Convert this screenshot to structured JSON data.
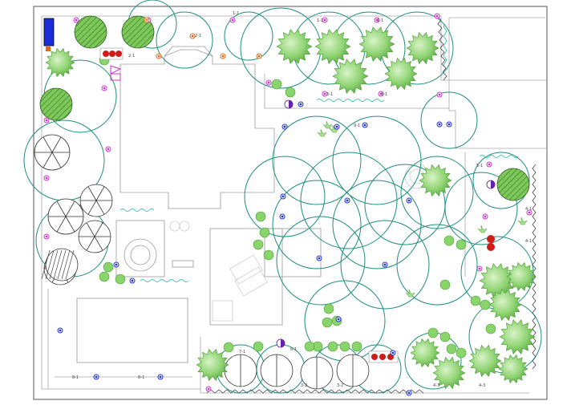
{
  "colors": {
    "border": "#555555",
    "outline": "#a8a8a8",
    "spray": "#1f8f7e",
    "head_blue": "#1f2fd6",
    "head_pink": "#c837c8",
    "head_orange": "#e06a1a",
    "tree_green": "#7cc95a",
    "tree_dark": "#4f9d3a",
    "shrub": "#8ad46c",
    "lawn": "#19b6a6",
    "feature_red": "#d01b1b",
    "feature_blue": "#1a2bd8"
  },
  "labels": {
    "zone_1": "1-1",
    "zone_2": "2-1",
    "zone_3": "3-1",
    "zone_4": "4-1",
    "zone_5": "5-1",
    "zone_6": "6-1",
    "zone_7": "7-1",
    "zone_8": "8-1",
    "zone_9": "9-1",
    "zone_10": "3-2",
    "zone_11": "4-3"
  },
  "icons": {
    "tree": "tree-canopy-icon",
    "sprinkler": "sprinkler-head-icon",
    "shrub": "shrub-icon",
    "valve": "valve-icon"
  }
}
